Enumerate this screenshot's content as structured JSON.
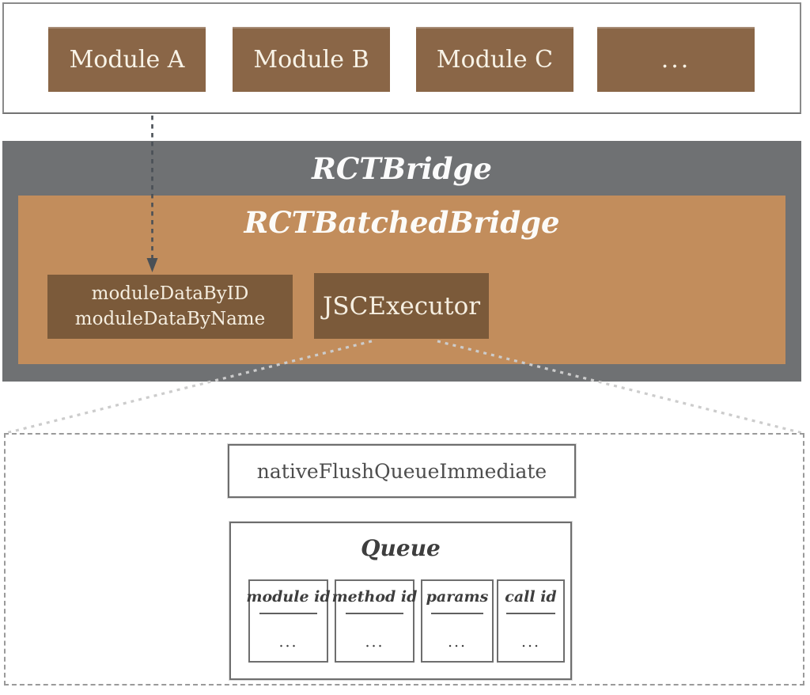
{
  "colors": {
    "module_brown": "#8a6647",
    "inner_brown": "#7b5a3a",
    "batched_tan": "#c28d5c",
    "bridge_gray": "#6f7173",
    "box_border_gray": "#6e6e6e",
    "dashed_border_gray": "#9a9a9a",
    "diagonal_dash_light": "#cccccc",
    "arrow_dark": "#4a5056",
    "light_text": "#f8f3e7",
    "dark_text": "#4d4d4d"
  },
  "native_modules": {
    "items": [
      {
        "label": "Module A"
      },
      {
        "label": "Module B"
      },
      {
        "label": "Module C"
      },
      {
        "label": "..."
      }
    ]
  },
  "bridge": {
    "title": "RCTBridge",
    "batched_bridge": {
      "title": "RCTBatchedBridge",
      "module_data_box": {
        "line1": "moduleDataByID",
        "line2": "moduleDataByName"
      },
      "executor_label": "JSCExecutor"
    }
  },
  "executor_detail": {
    "flush_label": "nativeFlushQueueImmediate",
    "queue": {
      "title": "Queue",
      "cells": [
        {
          "label": "module id",
          "value": "..."
        },
        {
          "label": "method id",
          "value": "..."
        },
        {
          "label": "params",
          "value": "..."
        },
        {
          "label": "call id",
          "value": "..."
        }
      ]
    }
  }
}
